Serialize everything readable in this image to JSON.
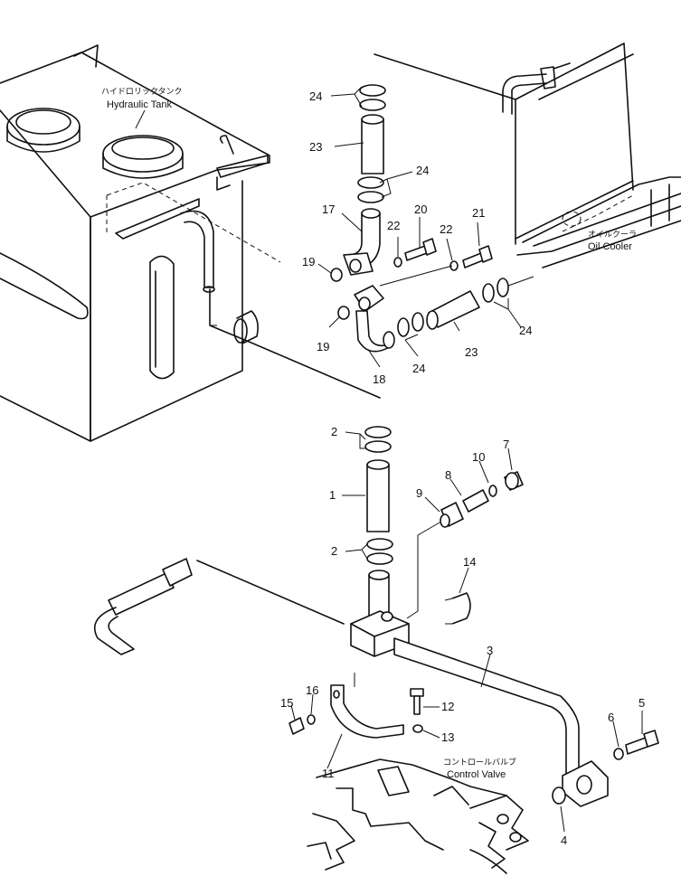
{
  "labels": {
    "tank_jp": "ハイドロリックタンク",
    "tank_en": "Hydraulic Tank",
    "cooler_jp": "オイルクーラ",
    "cooler_en": "Oil Cooler",
    "valve_jp": "コントロールバルブ",
    "valve_en": "Control Valve"
  },
  "callouts": {
    "c1": "1",
    "c2a": "2",
    "c2b": "2",
    "c3": "3",
    "c4": "4",
    "c5": "5",
    "c6": "6",
    "c7": "7",
    "c8": "8",
    "c9": "9",
    "c10": "10",
    "c11": "11",
    "c12": "12",
    "c13": "13",
    "c14": "14",
    "c15": "15",
    "c16": "16",
    "c17": "17",
    "c18": "18",
    "c19a": "19",
    "c19b": "19",
    "c20": "20",
    "c21": "21",
    "c22a": "22",
    "c22b": "22",
    "c23a": "23",
    "c23b": "23",
    "c24a": "24",
    "c24b": "24",
    "c24c": "24",
    "c24d": "24"
  }
}
